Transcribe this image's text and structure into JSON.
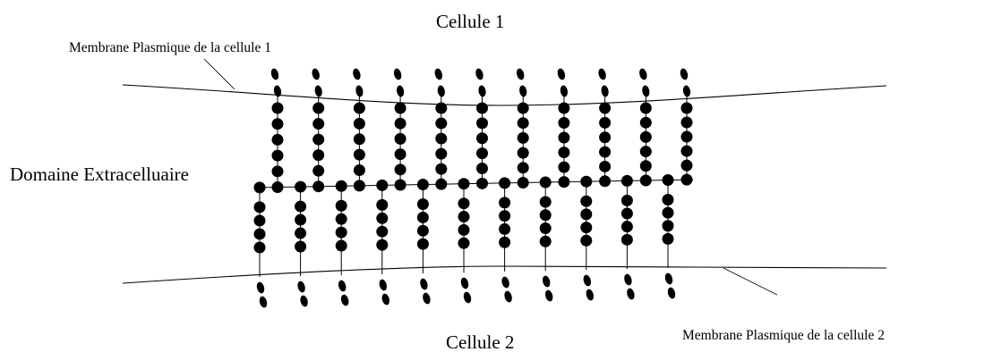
{
  "labels": {
    "cell1": "Cellule 1",
    "cell2": "Cellule 2",
    "extracellular": "Domaine Extracelluaire",
    "membrane1": "Membrane Plasmique de la cellule 1",
    "membrane2": "Membrane Plasmique de la cellule 2"
  },
  "structure": {
    "upper_chain_count": 11,
    "lower_chain_count": 11,
    "beads_between_membrane_and_junction": 5,
    "intracellular_beads_per_chain": 2
  }
}
